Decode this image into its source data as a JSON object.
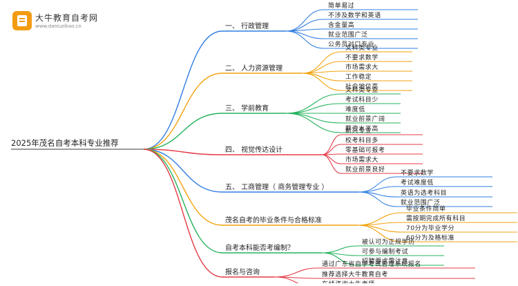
{
  "logo": {
    "name": "大牛教育自考网",
    "url": "www.daniuzikao.cn",
    "icon": "book-icon"
  },
  "root": {
    "label": "2025年茂名自考本科专业推荐",
    "color": "#7b7b7b"
  },
  "branches": [
    {
      "label": "一、 行政管理",
      "color": "#2f7de1",
      "children": [
        "简单易过",
        "不涉及数学和英语",
        "含金量高",
        "就业范围广泛",
        "公务员对口专业"
      ]
    },
    {
      "label": "二、 人力资源管理",
      "color": "#f2a20c",
      "children": [
        "文科类专业",
        "不要求数学",
        "市场需求大",
        "工作稳定",
        "社会地位高"
      ]
    },
    {
      "label": "三、 学前教育",
      "color": "#23b25b",
      "children": [
        "文科类专业",
        "考试科目少",
        "难度低",
        "就业前景广阔",
        "薪资水平高"
      ]
    },
    {
      "label": "四、 视觉传达设计",
      "color": "#e53a46",
      "children": [
        "新兴专业",
        "校考科目多",
        "零基础可报考",
        "市场需求大",
        "就业前景良好"
      ]
    },
    {
      "label": "五、 工商管理（ 商务管理专业 ）",
      "color": "#2f7de1",
      "children": [
        "不要求数学",
        "考试难度低",
        "英语为选考科目",
        "就业范围广泛"
      ]
    },
    {
      "label": "茂名自考的毕业条件与合格标准",
      "color": "#f2a20c",
      "children": [
        "毕业条件简单",
        "需按期完成所有科目",
        "70分为毕业学分",
        "60分为及格标准"
      ]
    },
    {
      "label": "自考本科能否考编制？",
      "color": "#23b25b",
      "children": [
        "被认可为正规学历",
        "可参与编制考试",
        "招聘要求需注意"
      ]
    },
    {
      "label": "报名与咨询",
      "color": "#e53a46",
      "children": [
        "通过广东省自学考试管理系统报名",
        "推荐选择大牛教育自考",
        "在线咨询大牛老师"
      ]
    }
  ]
}
